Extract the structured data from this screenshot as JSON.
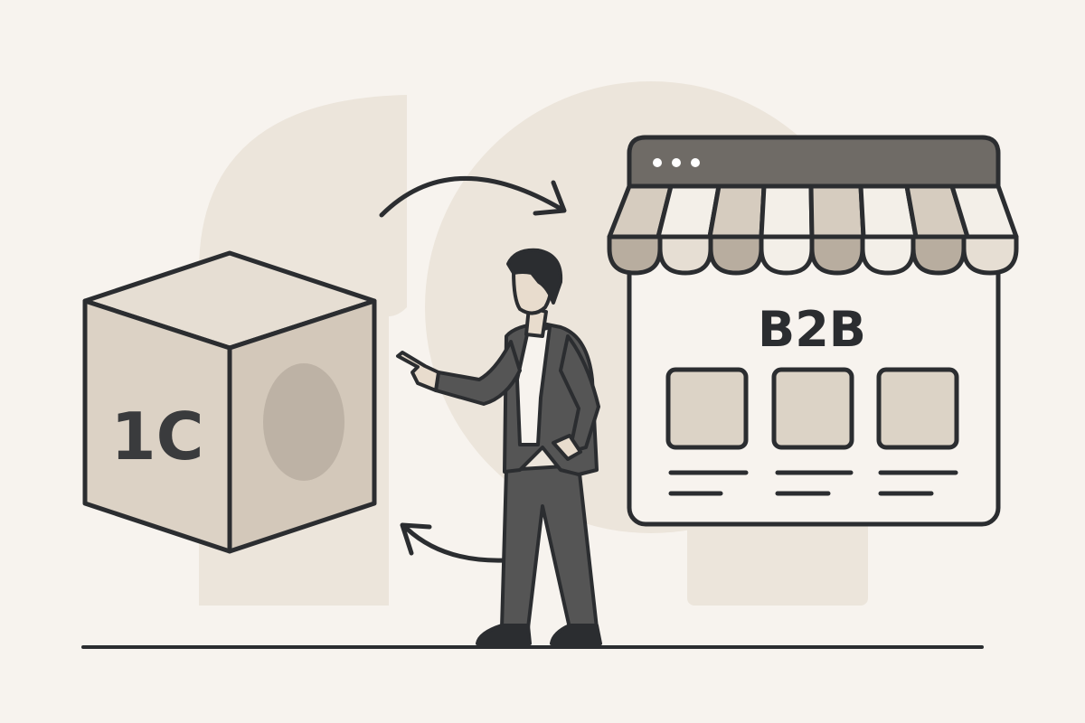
{
  "illustration": {
    "cube_label": "1C",
    "storefront_label": "B2B",
    "browser_dots": 3,
    "product_cards": 3,
    "awning_stripes": 8
  },
  "colors": {
    "background": "#f7f3ee",
    "bg_shape": "#ece5db",
    "outline": "#2b2d30",
    "cube_front": "#dcd2c5",
    "cube_top": "#e6ded3",
    "cube_side": "#d3c8ba",
    "cube_circle": "#bdb2a5",
    "browser_bar": "#6f6b66",
    "awning_dark": "#d6ccbf",
    "awning_dark_scallop": "#b8ad9f",
    "awning_light": "#f3efe8",
    "card_fill": "#dcd3c6",
    "suit": "#555555",
    "shirt": "#f7f3ee",
    "skin": "#e8dccd"
  }
}
